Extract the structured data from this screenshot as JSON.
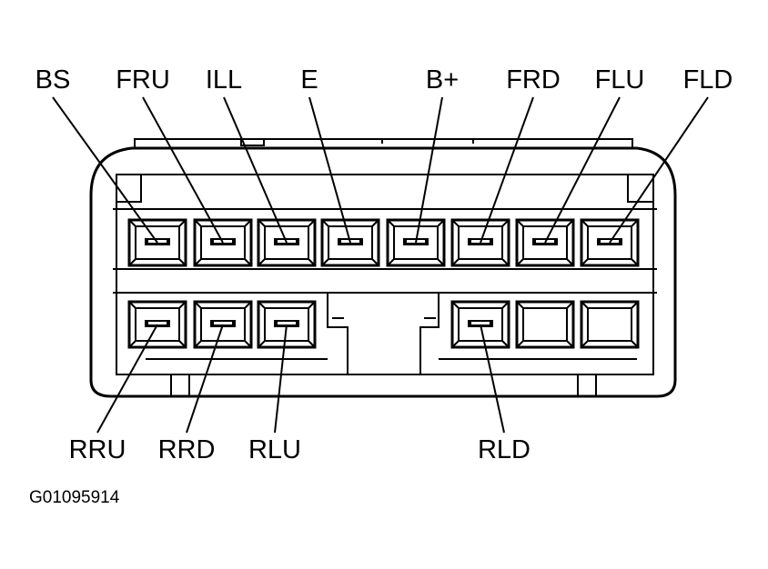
{
  "top_pins": [
    "BS",
    "FRU",
    "ILL",
    "E",
    "B+",
    "FRD",
    "FLU",
    "FLD"
  ],
  "bottom_pins": [
    "RRU",
    "RRD",
    "RLU",
    "",
    "",
    "RLD",
    "",
    ""
  ],
  "bottom_present": [
    true,
    true,
    true,
    false,
    false,
    true,
    true,
    true
  ],
  "figure_id": "G01095914"
}
